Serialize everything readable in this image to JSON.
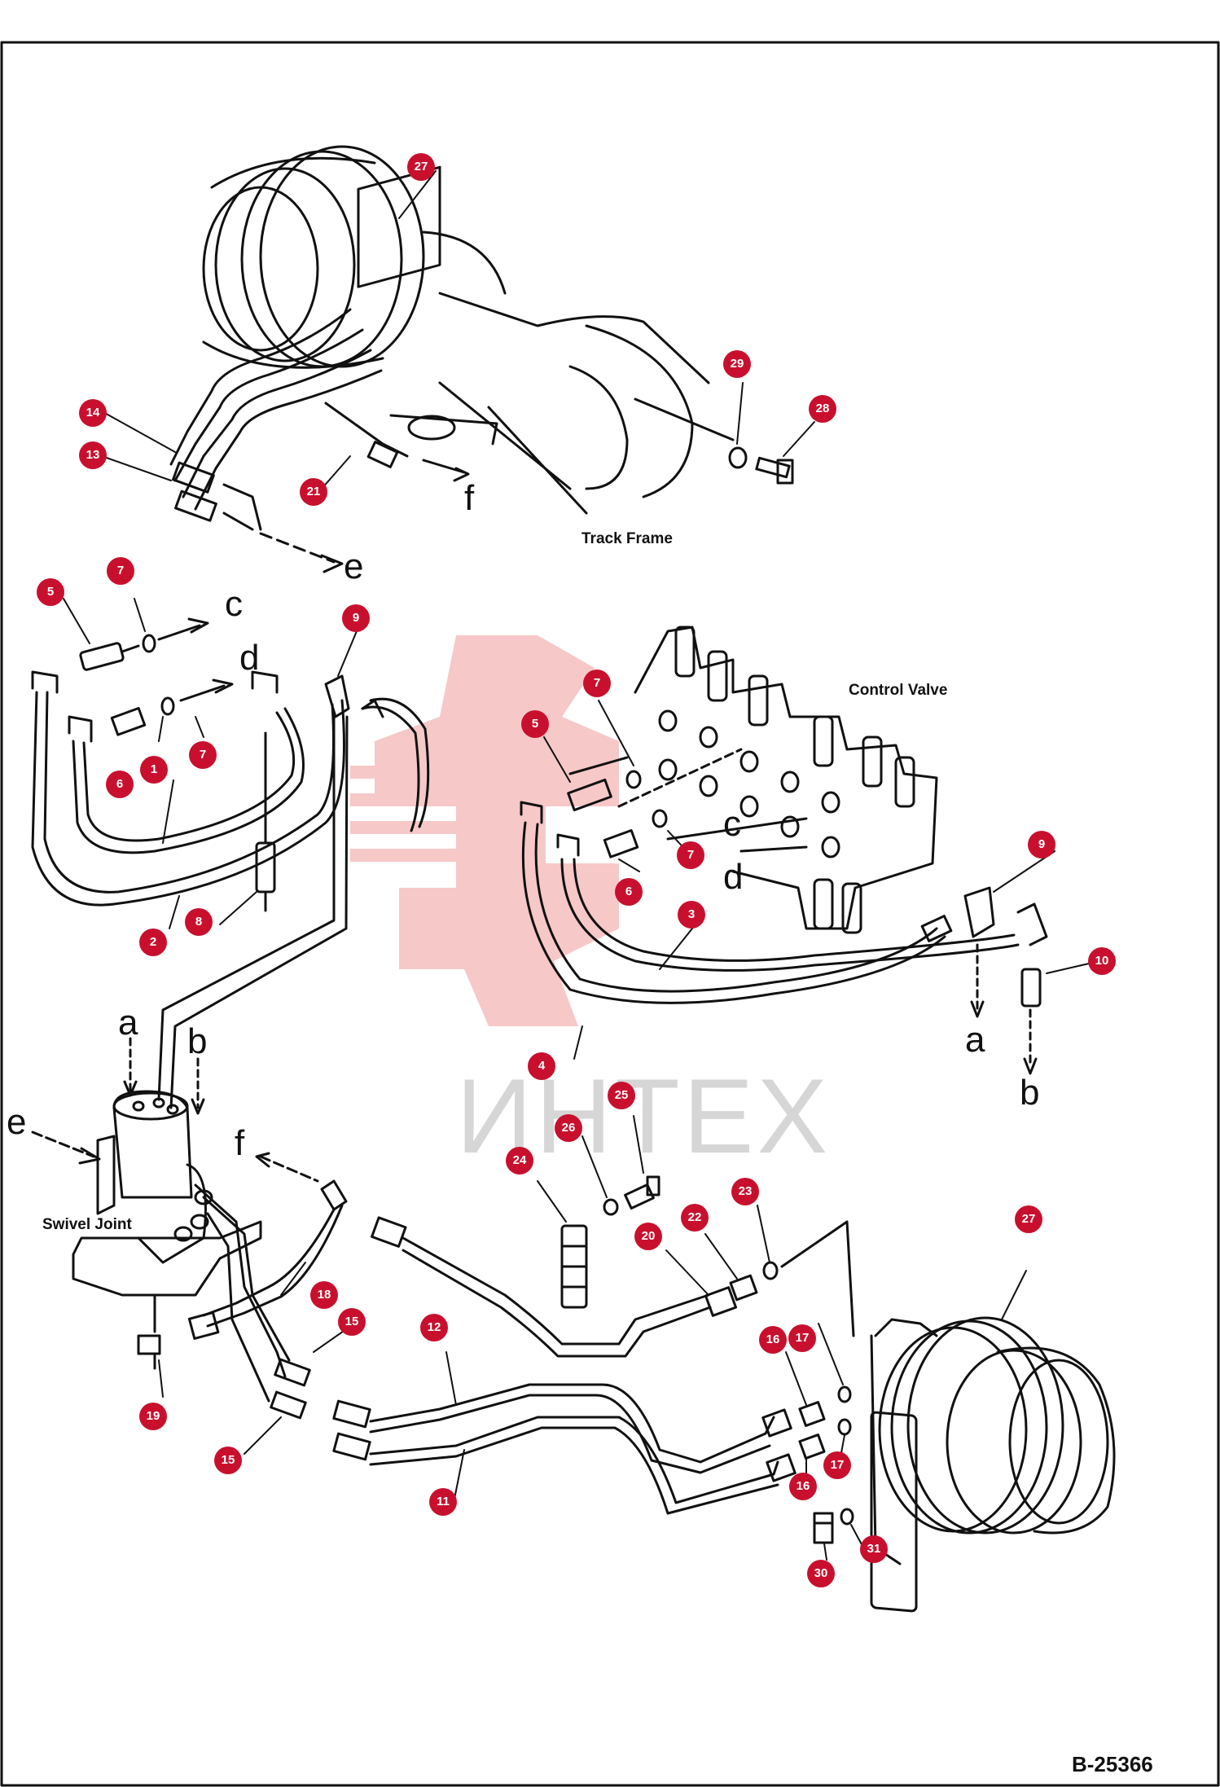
{
  "labels": {
    "track_frame": "Track Frame",
    "control_valve": "Control Valve",
    "swivel_joint": "Swivel Joint",
    "drawing_code": "B-25366",
    "watermark": "ИНТЕХ"
  },
  "connection_letters": {
    "a": "a",
    "b": "b",
    "c": "c",
    "d": "d",
    "e": "e",
    "f": "f"
  },
  "callouts": [
    "27",
    "14",
    "13",
    "21",
    "29",
    "28",
    "5",
    "7",
    "9",
    "6",
    "1",
    "2",
    "8",
    "3",
    "4",
    "10",
    "25",
    "26",
    "24",
    "23",
    "22",
    "20",
    "18",
    "15",
    "12",
    "11",
    "19",
    "16",
    "17",
    "30",
    "31"
  ],
  "colors": {
    "badge": "#c8102e",
    "line": "#111111",
    "watermark": "#e8343a"
  }
}
